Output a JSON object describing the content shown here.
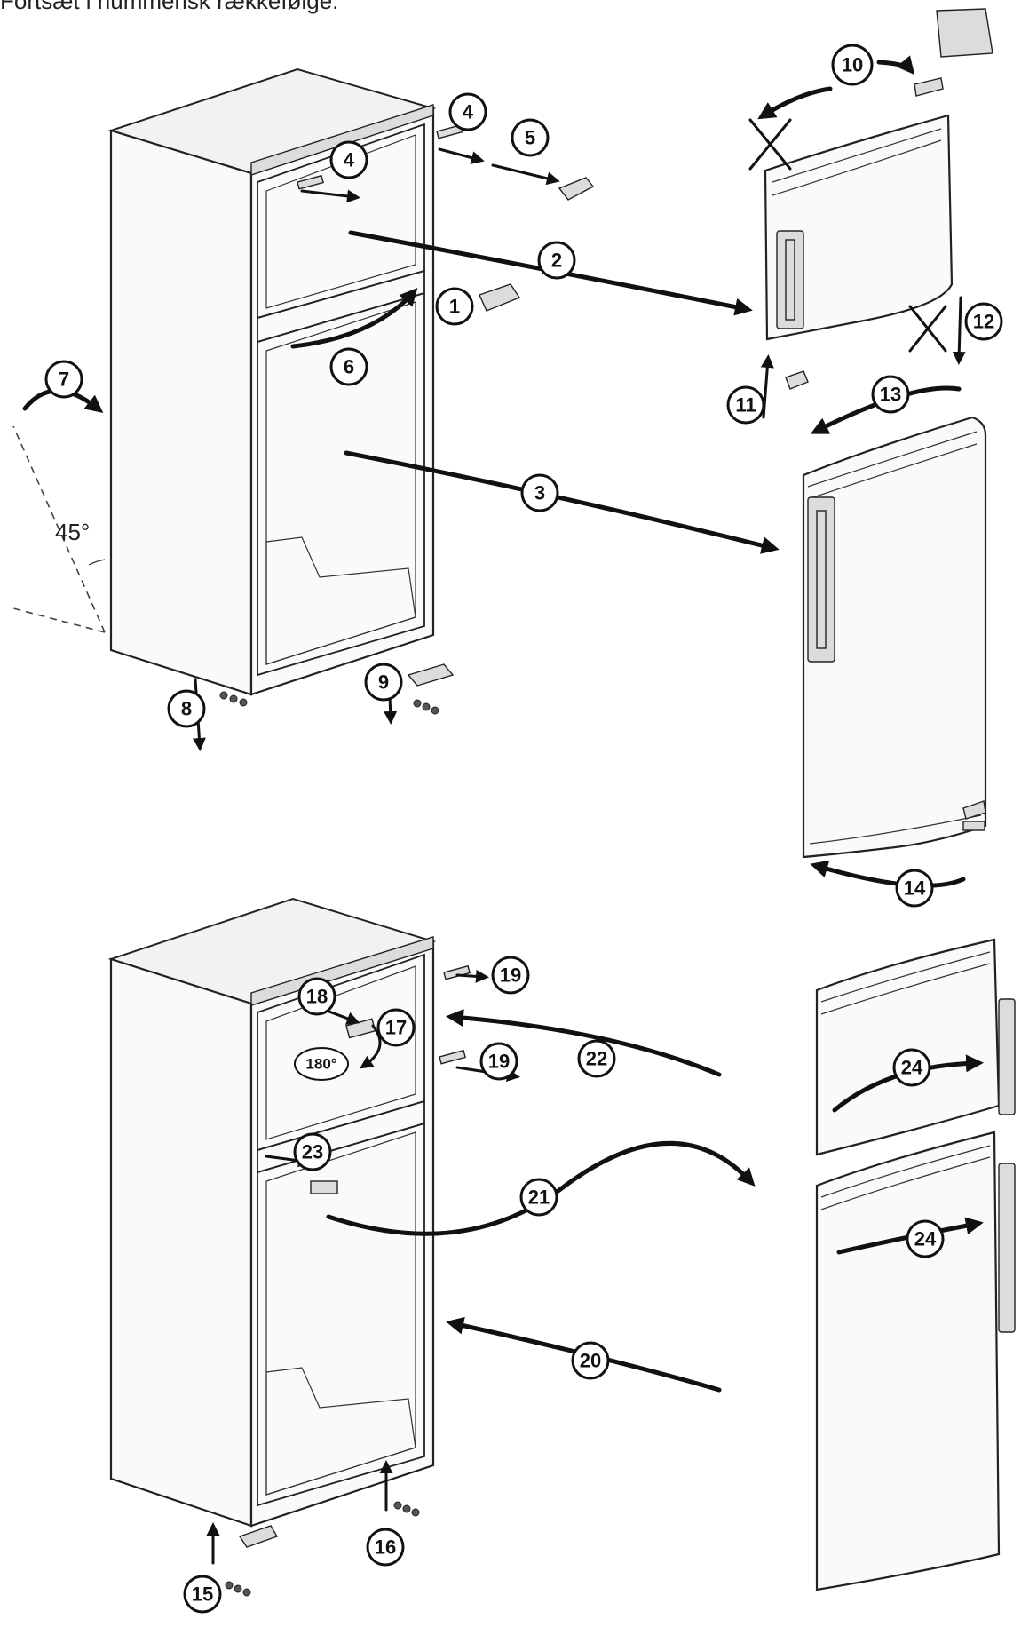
{
  "header": {
    "text": "Fortsæt i nummerisk rækkefølge."
  },
  "angle_label": "45°",
  "rotate_label": "180°",
  "callouts": [
    "1",
    "2",
    "3",
    "4",
    "4",
    "5",
    "6",
    "7",
    "8",
    "9",
    "10",
    "11",
    "12",
    "13",
    "14",
    "15",
    "16",
    "17",
    "18",
    "19",
    "19",
    "20",
    "21",
    "22",
    "23",
    "24",
    "24"
  ]
}
